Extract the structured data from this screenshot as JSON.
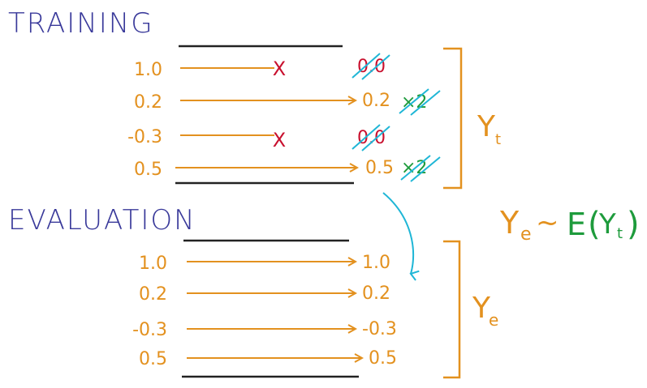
{
  "colors": {
    "orange": "#e3911f",
    "blue": "#39399a",
    "red": "#c8102e",
    "green": "#1e9b3c",
    "cyan": "#1fb6d6",
    "black": "#222222"
  },
  "training": {
    "heading": "TRAINING",
    "rows": [
      {
        "input": "1.0",
        "output": "0.0",
        "dropped": true,
        "scale": ""
      },
      {
        "input": "0.2",
        "output": "0.2",
        "dropped": false,
        "scale": "×2"
      },
      {
        "input": "-0.3",
        "output": "0.0",
        "dropped": true,
        "scale": ""
      },
      {
        "input": "0.5",
        "output": "0.5",
        "dropped": false,
        "scale": "×2"
      }
    ],
    "bracket_label": "Y",
    "bracket_sub": "t"
  },
  "evaluation": {
    "heading": "EVALUATION",
    "rows": [
      {
        "input": "1.0",
        "output": "1.0"
      },
      {
        "input": "0.2",
        "output": "0.2"
      },
      {
        "input": "-0.3",
        "output": "-0.3"
      },
      {
        "input": "0.5",
        "output": "0.5"
      }
    ],
    "bracket_label": "Y",
    "bracket_sub": "e"
  },
  "formula": {
    "lhs": "Y",
    "lhs_sub": "e",
    "tilde": "~",
    "expect": "E",
    "open": "(",
    "arg": "Y",
    "arg_sub": "t",
    "close": ")"
  },
  "marks": {
    "drop_mark": "X"
  }
}
